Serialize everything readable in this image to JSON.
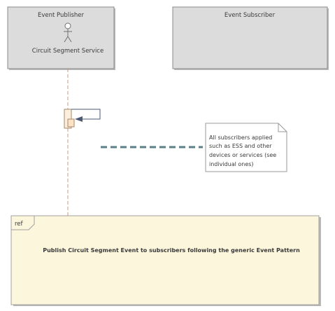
{
  "lifelines": [
    {
      "heading": "Event Publisher",
      "name": "Circuit Segment Service",
      "icon": "actor-icon"
    },
    {
      "heading": "Event Subscriber",
      "name": ""
    }
  ],
  "note": {
    "lines": [
      "All subscribers applied",
      "such as ESS and other",
      "devices or services (see",
      "individual ones)"
    ]
  },
  "ref_frame": {
    "tag": "ref",
    "text": "Publish Circuit Segment Event to subscribers following the generic Event Pattern"
  },
  "colors": {
    "lifeline_fill": "#dcdcdc",
    "lifeline_border": "#8a8a8a",
    "note_fill": "#ffffff",
    "frame_fill": "#fcf6dc",
    "activation_fill": "#fbeedd",
    "activation_border": "#a58a6a",
    "lifeline_dash": "#c09a86",
    "note_link": "#5d7f86",
    "arrow": "#4a5a74"
  }
}
